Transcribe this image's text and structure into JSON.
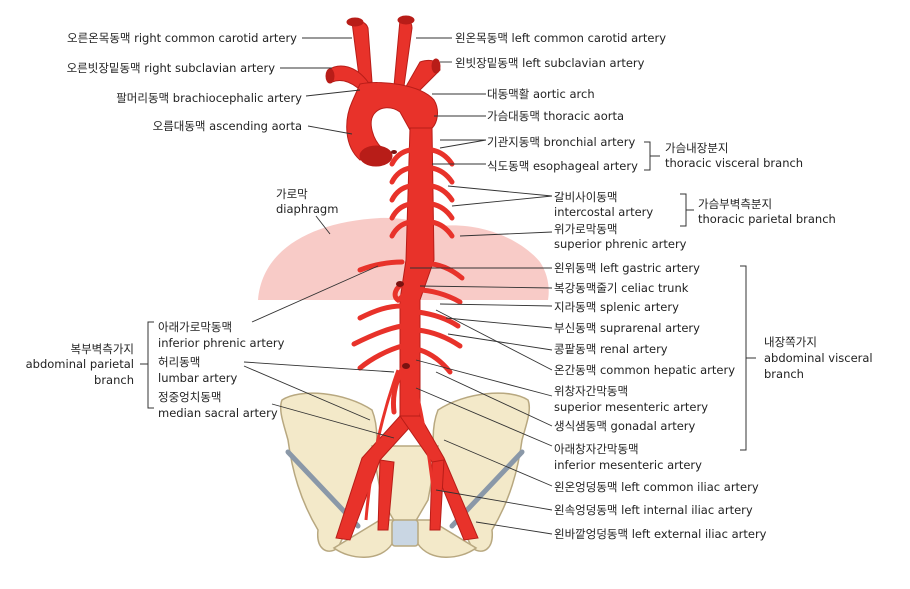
{
  "labels": {
    "right_common_carotid": "오른온목동맥 right common carotid artery",
    "right_subclavian": "오른빗장밑동맥 right subclavian artery",
    "brachiocephalic": "팔머리동맥 brachiocephalic artery",
    "ascending_aorta": "오름대동맥 ascending aorta",
    "diaphragm_ko": "가로막",
    "diaphragm_en": "diaphragm",
    "left_common_carotid": "왼온목동맥 left common carotid artery",
    "left_subclavian": "왼빗장밑동맥 left subclavian artery",
    "aortic_arch": "대동맥활 aortic arch",
    "thoracic_aorta": "가슴대동맥 thoracic aorta",
    "bronchial": "기관지동맥 bronchial artery",
    "esophageal": "식도동맥 esophageal artery",
    "thoracic_visceral_ko": "가슴내장분지",
    "thoracic_visceral_en": "thoracic visceral branch",
    "intercostal_ko": "갈비사이동맥",
    "intercostal_en": "intercostal artery",
    "superior_phrenic_ko": "위가로막동맥",
    "superior_phrenic_en": "superior phrenic artery",
    "thoracic_parietal_ko": "가슴부벽측분지",
    "thoracic_parietal_en": "thoracic parietal branch",
    "left_gastric": "왼위동맥 left gastric artery",
    "celiac": "복강동맥줄기 celiac trunk",
    "splenic": "지라동맥 splenic artery",
    "suprarenal": "부신동맥 suprarenal artery",
    "renal": "콩팥동맥 renal artery",
    "common_hepatic": "온간동맥 common hepatic artery",
    "superior_mesenteric_ko": "위창자간막동맥",
    "superior_mesenteric_en": "superior mesenteric artery",
    "gonadal": "생식샘동맥 gonadal artery",
    "inferior_mesenteric_ko": "아래창자간막동맥",
    "inferior_mesenteric_en": "inferior mesenteric artery",
    "left_common_iliac": "왼온엉덩동맥 left common iliac artery",
    "left_internal_iliac": "왼속엉덩동맥 left internal iliac artery",
    "left_external_iliac": "왼바깥엉덩동맥 left external iliac artery",
    "abdominal_visceral_ko": "내장쪽가지",
    "abdominal_visceral_en1": "abdominal visceral",
    "abdominal_visceral_en2": "branch",
    "abdominal_parietal_ko": "복부벽측가지",
    "abdominal_parietal_en1": "abdominal parietal",
    "abdominal_parietal_en2": "branch",
    "inferior_phrenic_ko": "아래가로막동맥",
    "inferior_phrenic_en": "inferior phrenic artery",
    "lumbar_ko": "허리동맥",
    "lumbar_en": "lumbar artery",
    "median_sacral_ko": "정중엉치동맥",
    "median_sacral_en": "median sacral artery"
  },
  "colors": {
    "artery": "#e8322a",
    "artery_dark": "#b81d18",
    "diaphragm": "#f6b9b4",
    "bone": "#f3e9c9",
    "bone_edge": "#b8a880",
    "leader": "#333333"
  }
}
